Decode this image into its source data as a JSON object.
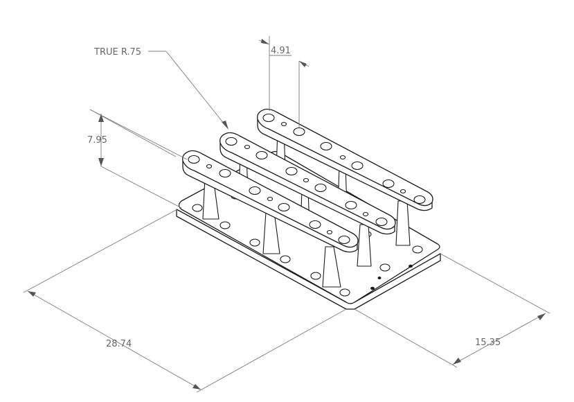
{
  "drawing": {
    "annotations": {
      "leader_note": "TRUE R.75",
      "dim_top": "4.91",
      "dim_left": "7.95",
      "dim_bottom_left": "28.74",
      "dim_bottom_right": "15.35"
    },
    "parts": {
      "base_plate": "base-plate",
      "top_bars": 3,
      "support_posts_per_bar": 3
    }
  }
}
